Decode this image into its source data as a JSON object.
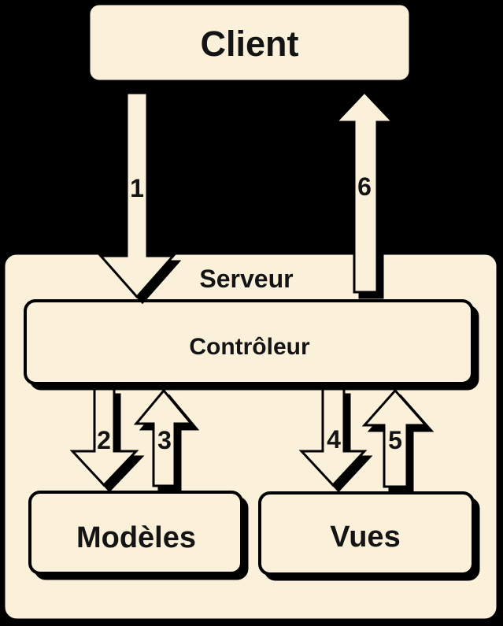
{
  "colors": {
    "background": "#000000",
    "node_fill": "#FBF1DB",
    "outline": "#000000",
    "text": "#141414"
  },
  "nodes": {
    "client": {
      "label": "Client"
    },
    "serveur": {
      "label": "Serveur"
    },
    "controleur": {
      "label": "Contrôleur"
    },
    "modeles": {
      "label": "Modèles"
    },
    "vues": {
      "label": "Vues"
    }
  },
  "arrows": {
    "a1": {
      "label": "1",
      "direction": "down",
      "from": "Client",
      "to": "Contrôleur"
    },
    "a2": {
      "label": "2",
      "direction": "down",
      "from": "Contrôleur",
      "to": "Modèles"
    },
    "a3": {
      "label": "3",
      "direction": "up",
      "from": "Modèles",
      "to": "Contrôleur"
    },
    "a4": {
      "label": "4",
      "direction": "down",
      "from": "Contrôleur",
      "to": "Vues"
    },
    "a5": {
      "label": "5",
      "direction": "up",
      "from": "Vues",
      "to": "Contrôleur"
    },
    "a6": {
      "label": "6",
      "direction": "up",
      "from": "Serveur",
      "to": "Client"
    }
  }
}
